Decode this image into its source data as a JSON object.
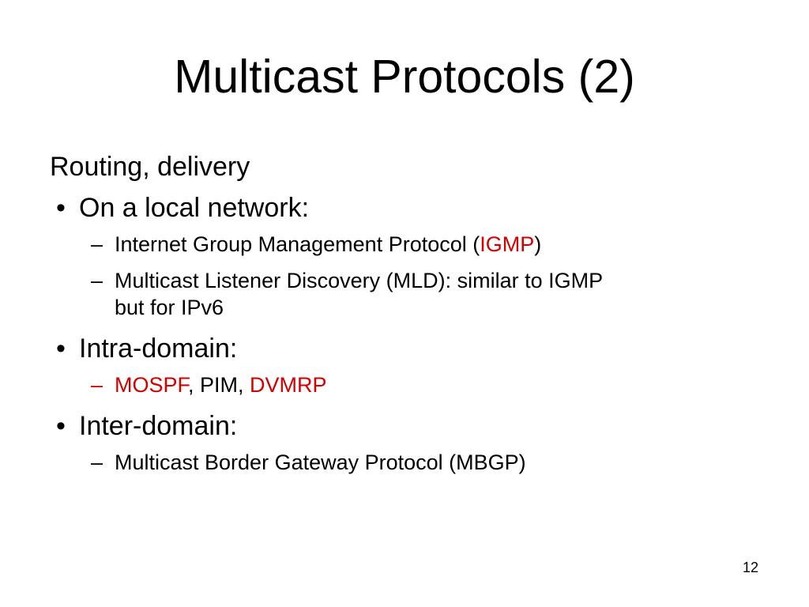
{
  "slide": {
    "title": "Multicast Protocols (2)",
    "intro": "Routing, delivery",
    "bullet_marker": "•",
    "dash_marker": "–",
    "highlight_color": "#d40000",
    "bullets": [
      {
        "label": "On a local network:",
        "subs": [
          {
            "before": "Internet Group Management Protocol (",
            "highlight": "IGMP",
            "after": ")"
          },
          {
            "text": "Multicast Listener Discovery (MLD): similar to IGMP",
            "continuation": "but for IPv6"
          }
        ]
      },
      {
        "label": "Intra-domain:",
        "subs": [
          {
            "highlight_1": "MOSPF",
            "middle": ", PIM, ",
            "highlight_2": "DVMRP"
          }
        ]
      },
      {
        "label": "Inter-domain:",
        "subs": [
          {
            "text": "Multicast Border Gateway Protocol (MBGP)"
          }
        ]
      }
    ],
    "page_number": "12"
  }
}
